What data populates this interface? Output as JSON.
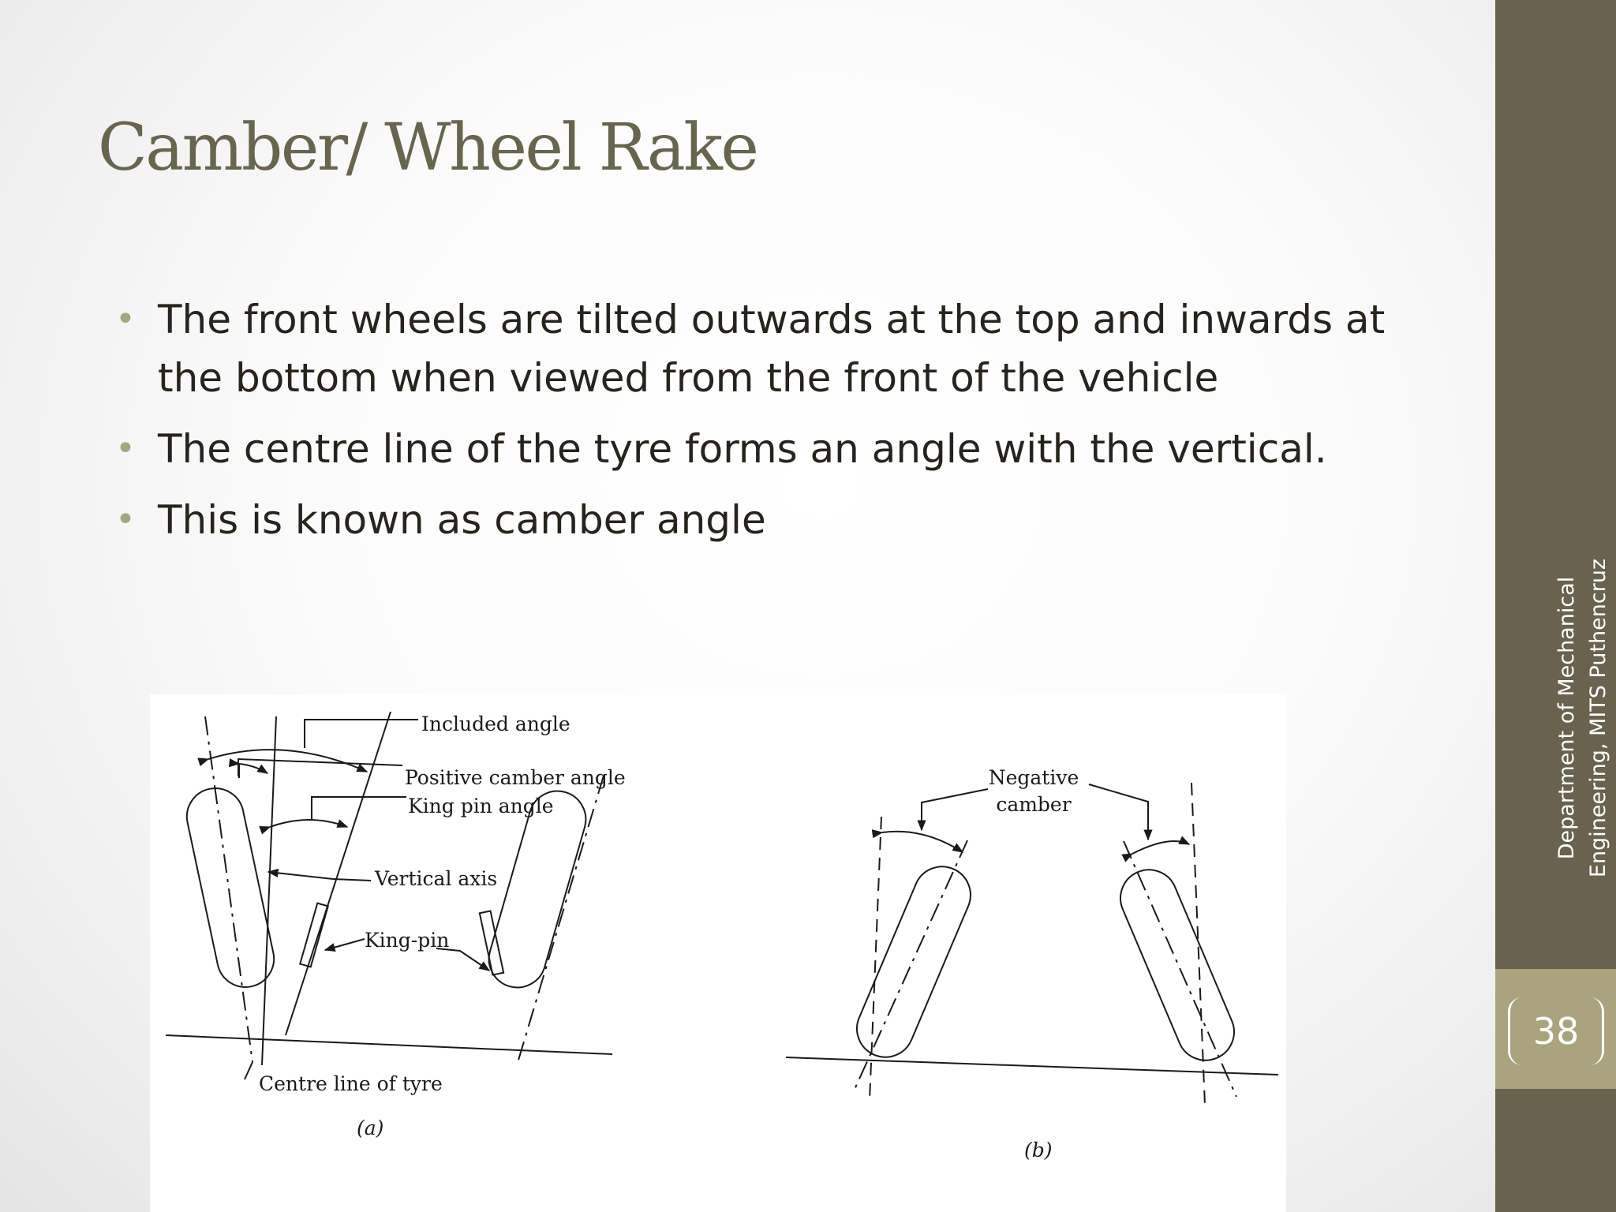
{
  "slide": {
    "title": "Camber/ Wheel Rake",
    "bullets": [
      "The front wheels are tilted outwards at the top and inwards at the bottom when viewed from the front of the vehicle",
      "The centre line of the tyre forms an angle with the vertical.",
      "This is known as camber angle"
    ]
  },
  "figure_a": {
    "included_angle": "Included angle",
    "positive_camber_angle": "Positive camber angle",
    "king_pin_angle": "King pin angle",
    "vertical_axis": "Vertical axis",
    "king_pin": "King-pin",
    "centre_line_of_tyre": "Centre line of tyre",
    "caption": "(a)"
  },
  "figure_b": {
    "negative": "Negative",
    "camber": "camber",
    "caption": "(b)"
  },
  "sidebar": {
    "department_line1": "Department of Mechanical",
    "department_line2": "Engineering, MITS Puthencruz",
    "page_number": "38"
  }
}
